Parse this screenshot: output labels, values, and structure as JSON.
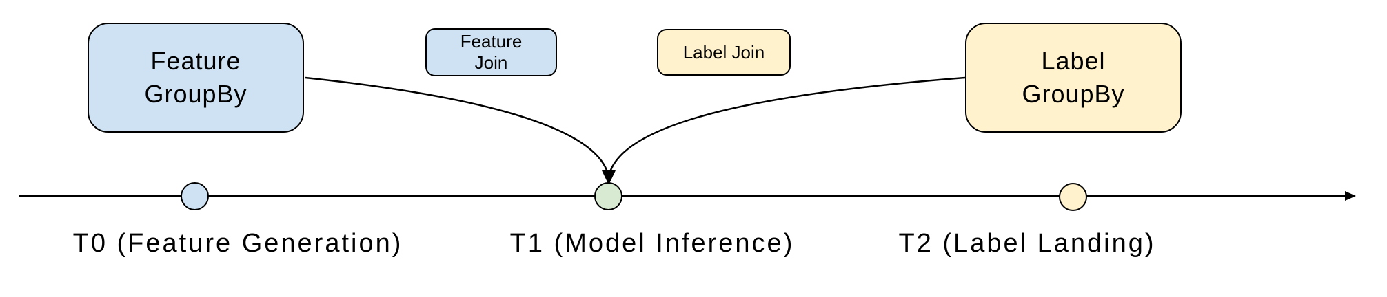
{
  "boxes": {
    "feature_groupby": {
      "label": "Feature\nGroupBy",
      "fill": "#cfe2f3"
    },
    "feature_join": {
      "label": "Feature\nJoin",
      "fill": "#cfe2f3"
    },
    "label_join": {
      "label": "Label Join",
      "fill": "#fff2cc"
    },
    "label_groupby": {
      "label": "Label\nGroupBy",
      "fill": "#fff2cc"
    }
  },
  "timeline": {
    "stroke_color": "#000000",
    "points": [
      {
        "id": "t0",
        "label": "T0 (Feature Generation)",
        "dot_color": "#cfe2f3"
      },
      {
        "id": "t1",
        "label": "T1 (Model Inference)",
        "dot_color": "#d9ead3"
      },
      {
        "id": "t2",
        "label": "T2 (Label Landing)",
        "dot_color": "#fff2cc"
      }
    ]
  }
}
